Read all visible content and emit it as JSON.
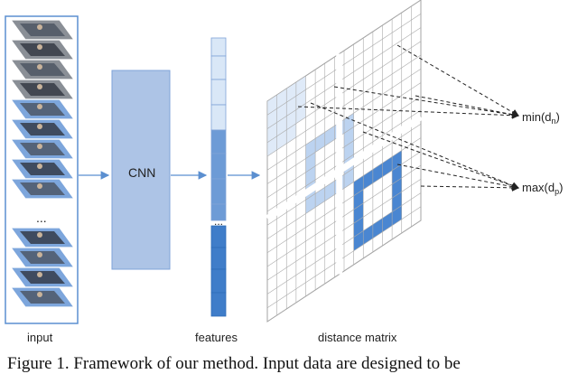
{
  "labels": {
    "cnn": "CNN",
    "input": "input",
    "features": "features",
    "distance_matrix": "distance matrix",
    "ellipsis_input": "...",
    "ellipsis_features": "...",
    "min": "min(d",
    "min_sub": "n",
    "max": "max(d",
    "max_sub": "p",
    "close_paren": ")"
  },
  "caption": "Figure 1. Framework of our method. Input data are designed to be",
  "colors": {
    "input_border": "#5b8fd0",
    "cnn_fill": "#adc4e6",
    "feature_light": "#d9e7f7",
    "feature_mid": "#6d9bd6",
    "feature_dark": "#3f7dc9",
    "matrix_light": "#dfeaf8",
    "matrix_mid": "#bcd3f0",
    "matrix_dark": "#4a86d1"
  },
  "icons": {
    "input_images": "person-photo-stack"
  }
}
